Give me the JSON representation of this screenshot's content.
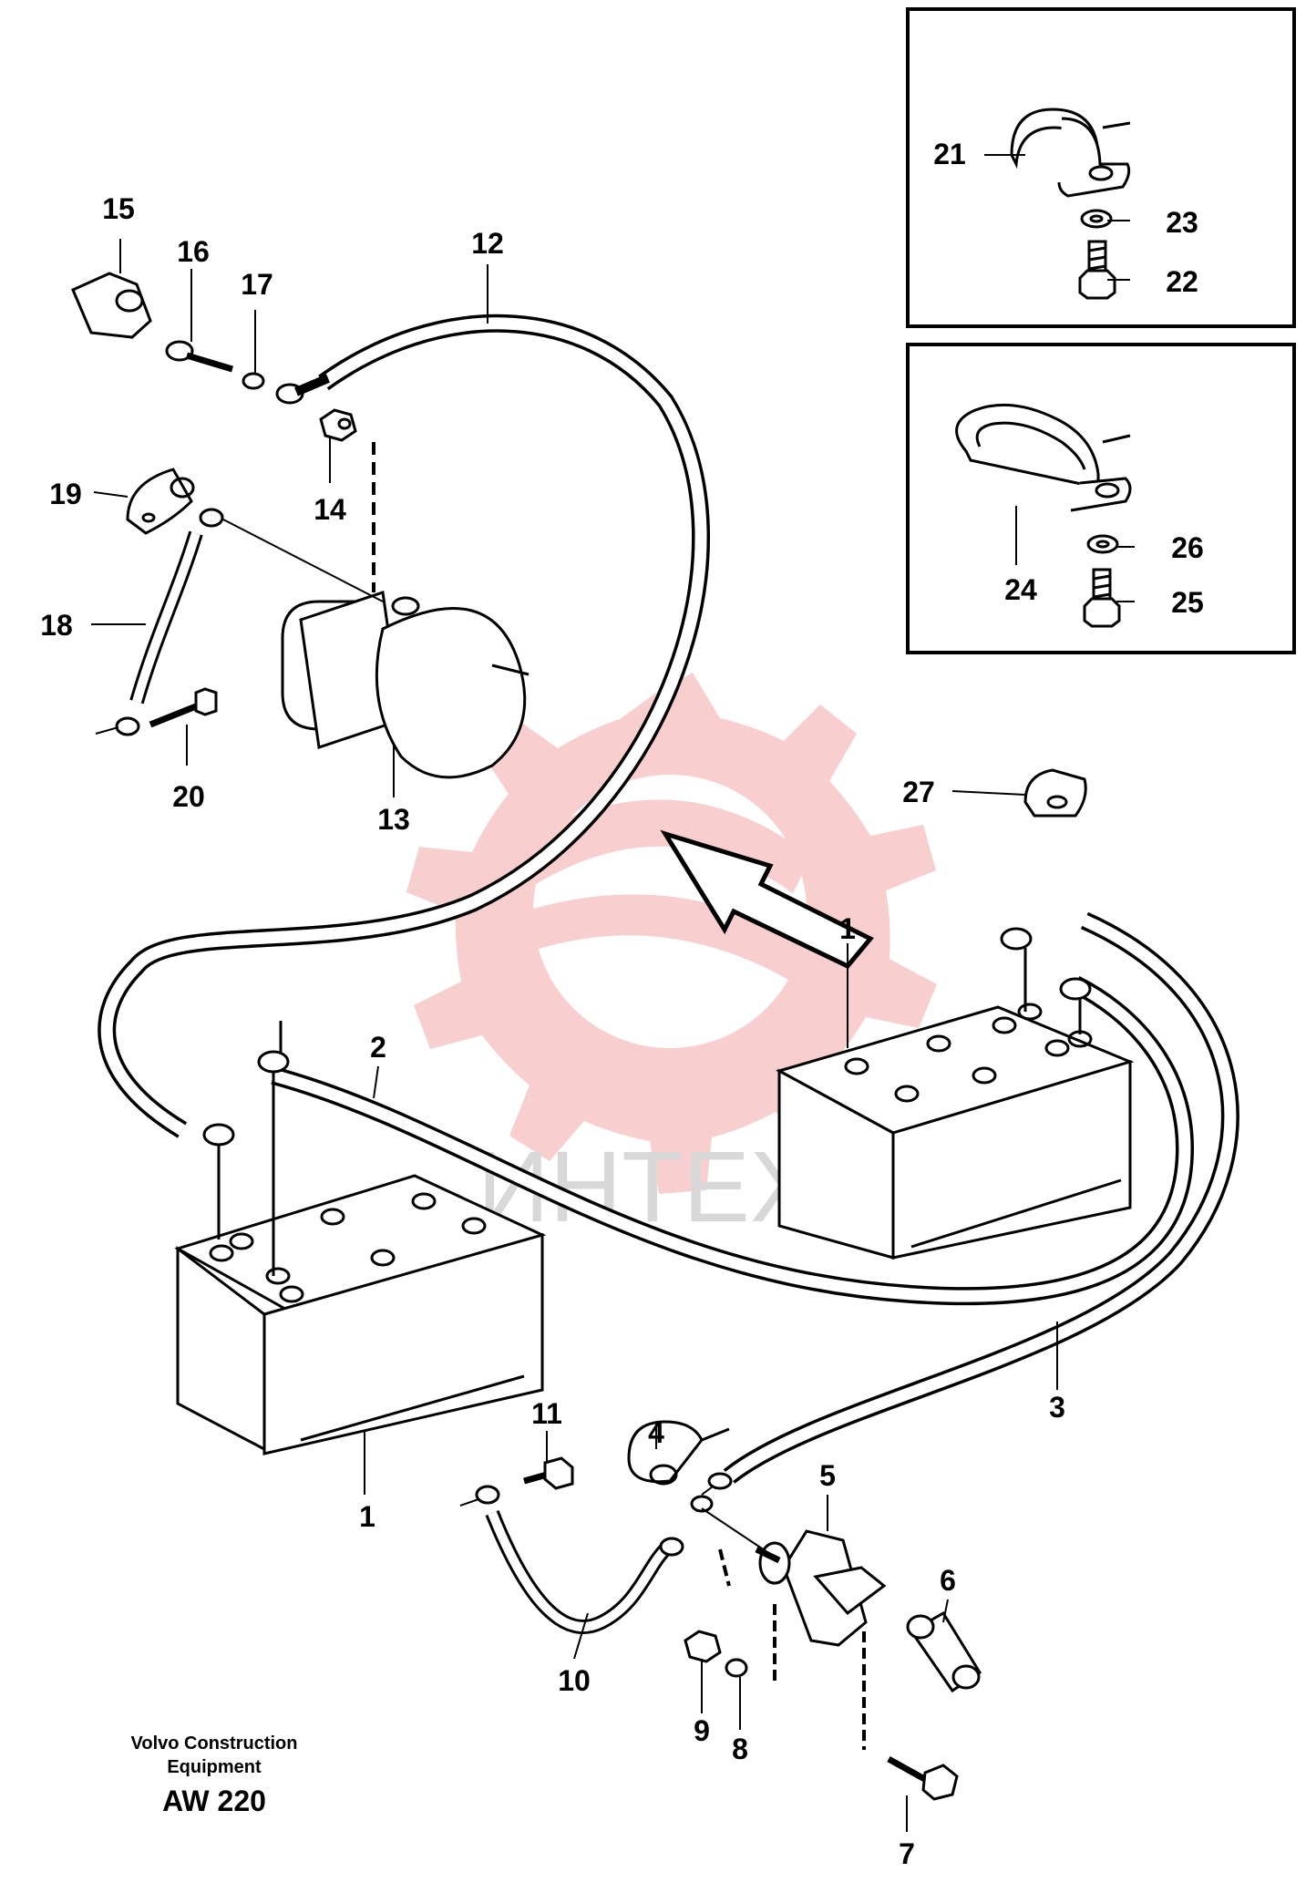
{
  "callouts": [
    {
      "id": "1a",
      "text": "1"
    },
    {
      "id": "1b",
      "text": "1"
    },
    {
      "id": "2",
      "text": "2"
    },
    {
      "id": "3",
      "text": "3"
    },
    {
      "id": "4",
      "text": "4"
    },
    {
      "id": "5",
      "text": "5"
    },
    {
      "id": "6",
      "text": "6"
    },
    {
      "id": "7",
      "text": "7"
    },
    {
      "id": "8",
      "text": "8"
    },
    {
      "id": "9",
      "text": "9"
    },
    {
      "id": "10",
      "text": "10"
    },
    {
      "id": "11",
      "text": "11"
    },
    {
      "id": "12",
      "text": "12"
    },
    {
      "id": "13",
      "text": "13"
    },
    {
      "id": "14",
      "text": "14"
    },
    {
      "id": "15",
      "text": "15"
    },
    {
      "id": "16",
      "text": "16"
    },
    {
      "id": "17",
      "text": "17"
    },
    {
      "id": "18",
      "text": "18"
    },
    {
      "id": "19",
      "text": "19"
    },
    {
      "id": "20",
      "text": "20"
    },
    {
      "id": "21",
      "text": "21"
    },
    {
      "id": "22",
      "text": "22"
    },
    {
      "id": "23",
      "text": "23"
    },
    {
      "id": "24",
      "text": "24"
    },
    {
      "id": "25",
      "text": "25"
    },
    {
      "id": "26",
      "text": "26"
    },
    {
      "id": "27",
      "text": "27"
    }
  ],
  "watermark": {
    "text": "ИНТЕХ",
    "color": "#f5b5b5"
  },
  "footer": {
    "maker_line1": "Volvo Construction",
    "maker_line2": "Equipment",
    "model": "AW 220"
  }
}
